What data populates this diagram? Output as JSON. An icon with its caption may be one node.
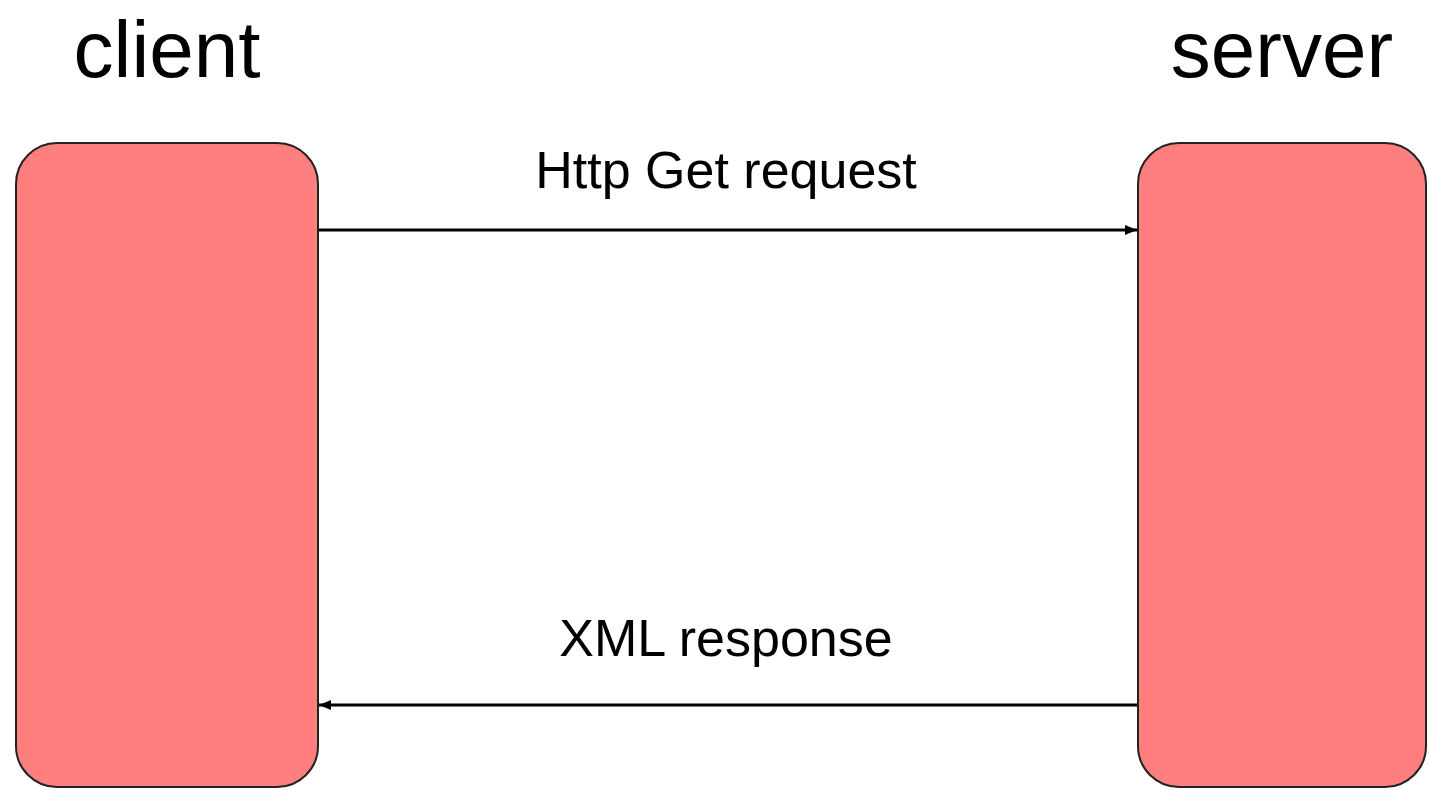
{
  "diagram": {
    "nodes": [
      {
        "text": [
          "client"
        ]
      },
      {
        "text": [
          "server"
        ]
      }
    ],
    "edges": [
      {
        "from": 0,
        "to": 1,
        "arrow": "to",
        "label": "Http Get request"
      },
      {
        "from": 1,
        "to": 0,
        "arrow": "to",
        "label": "XML response"
      }
    ]
  }
}
